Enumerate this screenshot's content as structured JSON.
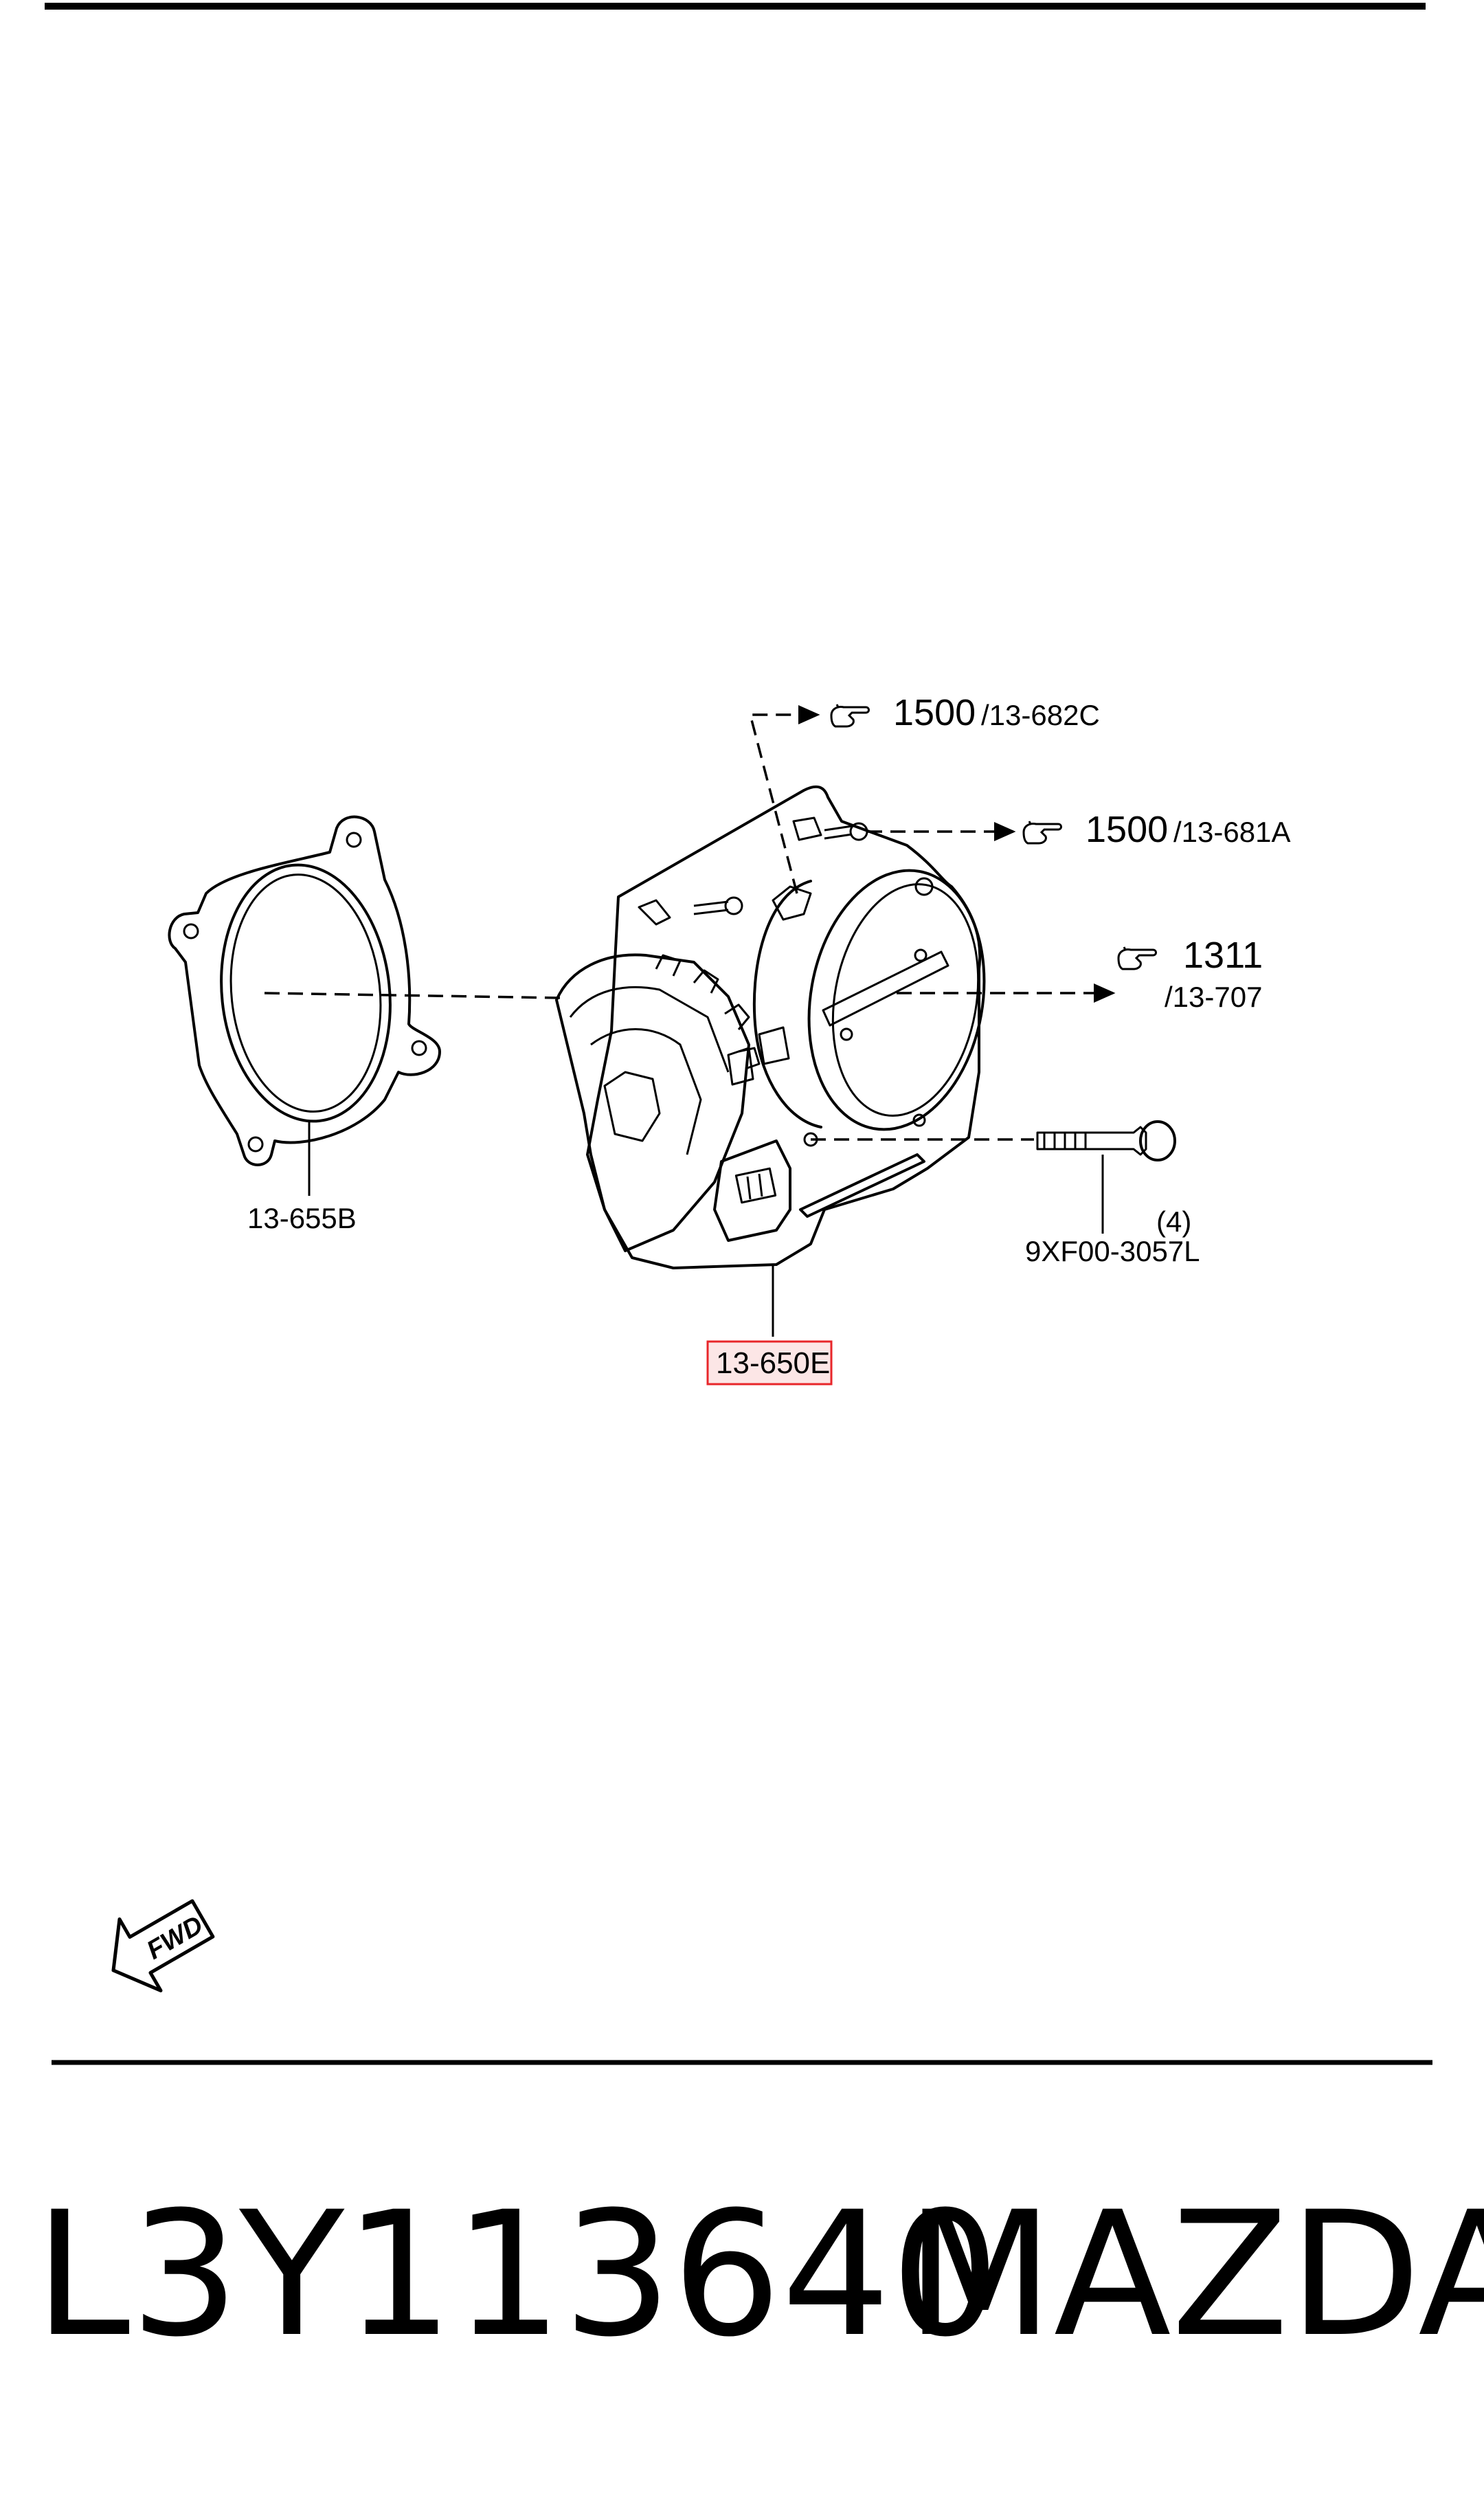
{
  "callouts": {
    "ref_682c_num": "1500",
    "ref_682c_code": "/13-682C",
    "ref_681a_num": "1500",
    "ref_681a_code": "/13-681A",
    "ref_707_num": "1311",
    "ref_707_code": "/13-707",
    "gasket": "13-655B",
    "throttle_body": "13-650E",
    "bolt_qty": "(4)",
    "bolt_code": "9XF00-3057L",
    "fwd": "FWD"
  },
  "footer": {
    "part_number": "L3Y113640",
    "brand": "MAZDA"
  },
  "colors": {
    "line": "#000000",
    "highlight": "#e8262a",
    "highlight_fill": "#fce6e6"
  }
}
